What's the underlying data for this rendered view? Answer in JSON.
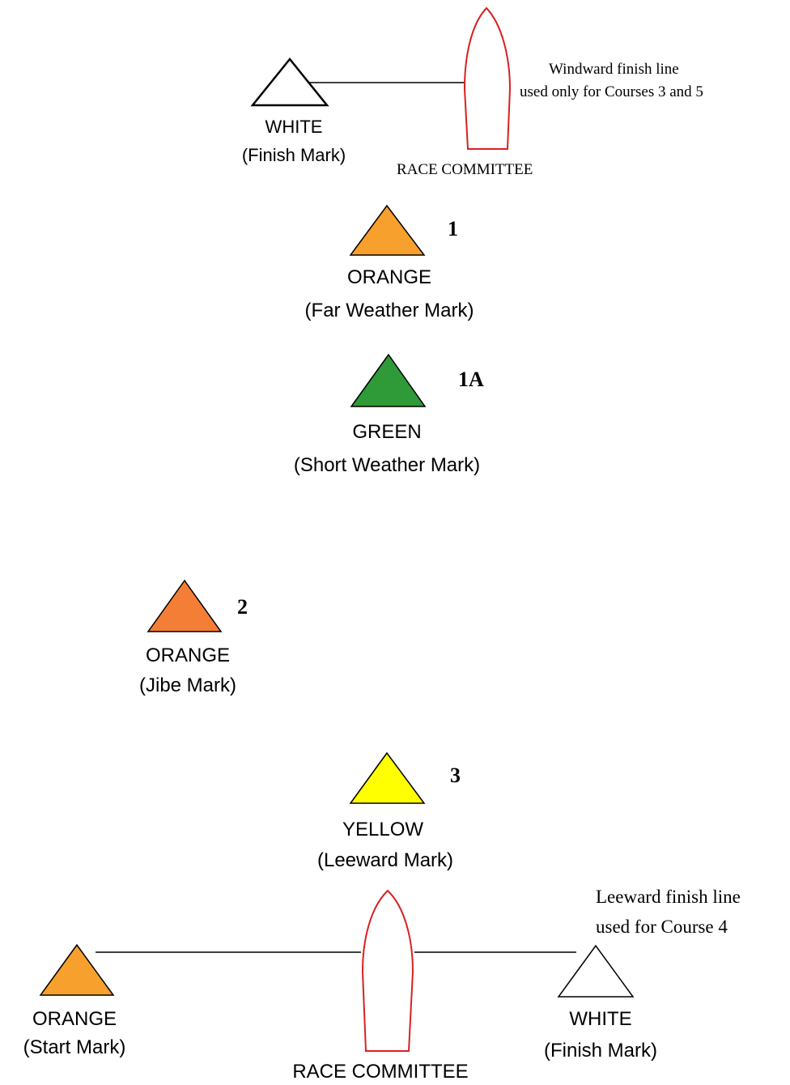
{
  "colors": {
    "orange": "#f7a02d",
    "jibe_orange": "#f47e35",
    "green": "#2e9a38",
    "yellow": "#ffff00",
    "white": "#ffffff",
    "boat_outline": "#d92020",
    "line": "#000000"
  },
  "windward": {
    "finish_mark": {
      "color_name": "WHITE",
      "description": "(Finish Mark)"
    },
    "committee": "RACE COMMITTEE",
    "note_line1": "Windward finish line",
    "note_line2": "used only for Courses 3 and 5"
  },
  "marks": {
    "far_weather": {
      "number": "1",
      "color_name": "ORANGE",
      "description": "(Far Weather Mark)"
    },
    "short_weather": {
      "number": "1A",
      "color_name": "GREEN",
      "description": "(Short Weather Mark)"
    },
    "jibe": {
      "number": "2",
      "color_name": "ORANGE",
      "description": "(Jibe Mark)"
    },
    "leeward": {
      "number": "3",
      "color_name": "YELLOW",
      "description": "(Leeward Mark)"
    }
  },
  "start_line": {
    "start_mark": {
      "color_name": "ORANGE",
      "description": "(Start Mark)"
    },
    "committee": "RACE COMMITTEE",
    "finish_mark": {
      "color_name": "WHITE",
      "description": "(Finish Mark)"
    },
    "note_line1": "Leeward finish line",
    "note_line2": "used for Course 4"
  }
}
